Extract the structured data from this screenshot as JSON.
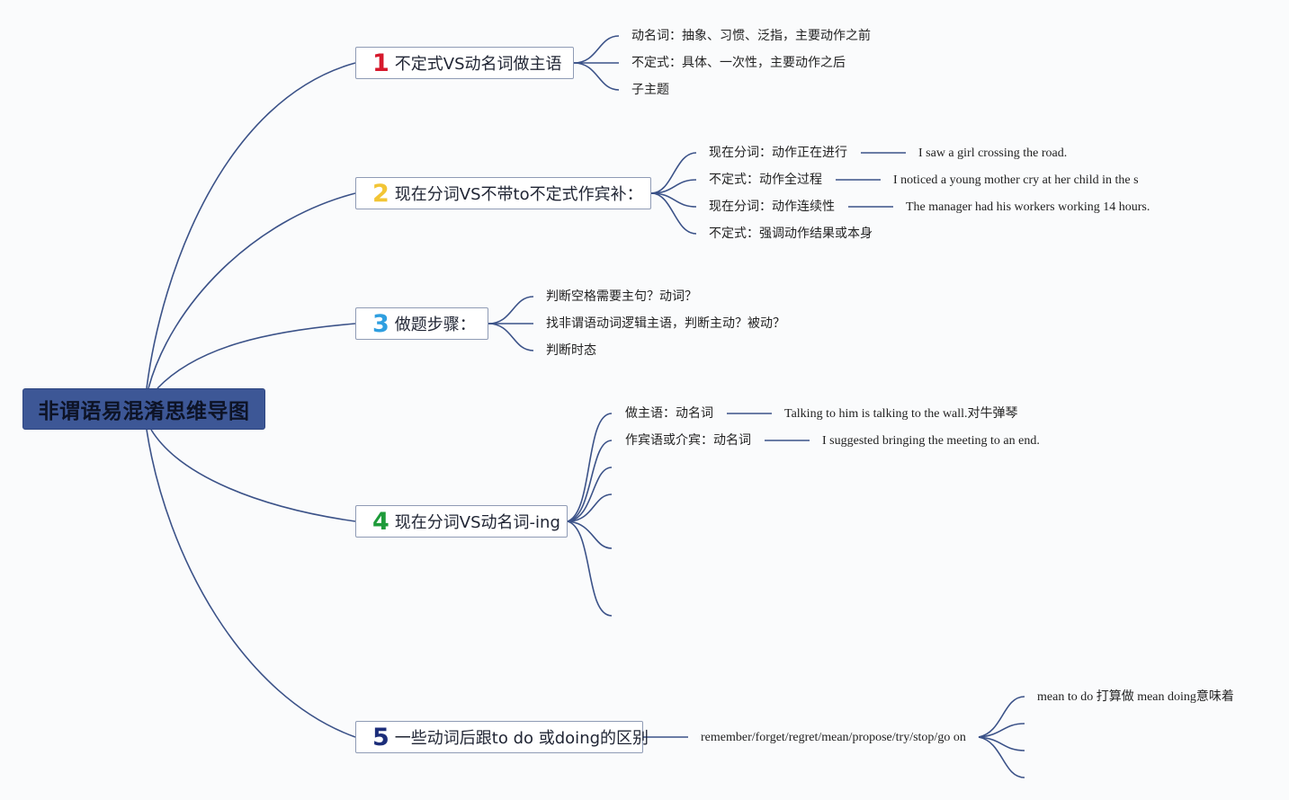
{
  "root": {
    "label": "非谓语易混淆思维导图"
  },
  "colors": {
    "connector": "#3b5288",
    "root_fill": "#3d5796",
    "num_1": "#d6192c",
    "num_2": "#f2c535",
    "num_3": "#2f9fe0",
    "num_4": "#1e9b3a",
    "num_5": "#1c2e7a"
  },
  "branches": [
    {
      "num": "1",
      "label": "不定式VS动名词做主语",
      "children": [
        {
          "text": "动名词：抽象、习惯、泛指，主要动作之前"
        },
        {
          "text": "不定式：具体、一次性，主要动作之后"
        },
        {
          "text": "子主题"
        }
      ]
    },
    {
      "num": "2",
      "label": "现在分词VS不带to不定式作宾补：",
      "children": [
        {
          "text": "现在分词：动作正在进行",
          "example": "I saw a girl crossing the road."
        },
        {
          "text": "不定式：动作全过程",
          "example": "I noticed a young mother cry at her child in the s"
        },
        {
          "text": "现在分词：动作连续性",
          "example": "The manager had his workers working 14 hours."
        },
        {
          "text": "不定式：强调动作结果或本身"
        }
      ]
    },
    {
      "num": "3",
      "label": "做题步骤：",
      "children": [
        {
          "text": "判断空格需要主句？动词？"
        },
        {
          "text": "找非谓语动词逻辑主语，判断主动？被动？"
        },
        {
          "text": "判断时态"
        }
      ]
    },
    {
      "num": "4",
      "label": "现在分词VS动名词-ing",
      "children": [
        {
          "text": "做主语：动名词",
          "example": "Talking to him is talking to the wall.对牛弹琴"
        },
        {
          "text": "作宾语或介宾：动名词",
          "example": "I suggested bringing the meeting to an end."
        },
        {
          "text": ""
        },
        {
          "text": ""
        },
        {
          "text": ""
        },
        {
          "text": ""
        }
      ]
    },
    {
      "num": "5",
      "label": "一些动词后跟to do 或doing的区别",
      "child": "remember/forget/regret/mean/propose/try/stop/go on",
      "grandchildren": [
        {
          "text": "mean to do 打算做 mean doing意味着"
        },
        {
          "text": ""
        },
        {
          "text": ""
        },
        {
          "text": ""
        }
      ]
    }
  ]
}
